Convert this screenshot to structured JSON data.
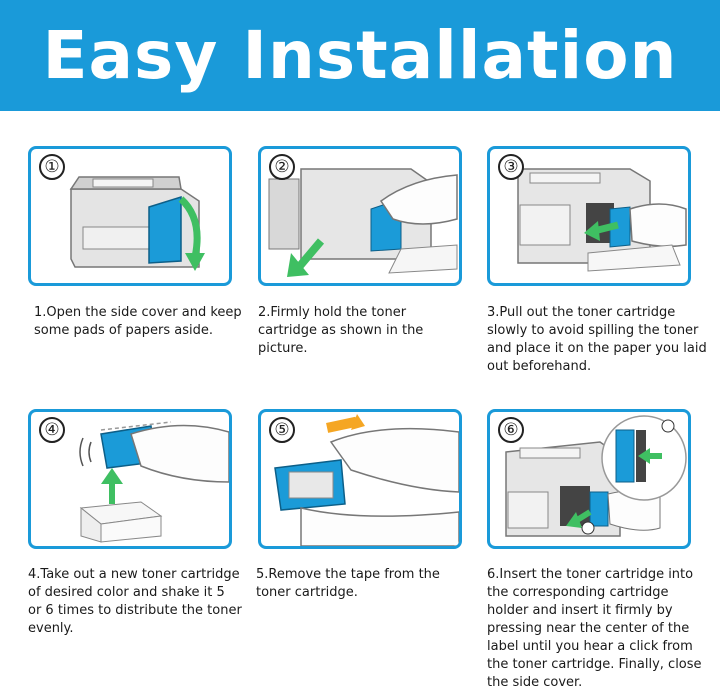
{
  "title": "Easy Installation",
  "colors": {
    "accent": "#1a9ad9",
    "toner_blue": "#1b9bd8",
    "arrow_green": "#3fbf62",
    "arrow_orange": "#f5a623"
  },
  "steps": [
    {
      "number": "①",
      "caption": "1.Open the side cover and keep some pads of papers aside.",
      "icon": "printer-open-cover-icon"
    },
    {
      "number": "②",
      "caption": "2.Firmly hold the toner cartridge as shown in the picture.",
      "icon": "hand-holding-cartridge-icon"
    },
    {
      "number": "③",
      "caption": "3.Pull out the toner cartridge slowly to avoid spilling the toner and place it on the paper you laid out beforehand.",
      "icon": "pull-cartridge-icon"
    },
    {
      "number": "④",
      "caption": "4.Take out a new toner cartridge of desired color and shake it 5 or 6 times to distribute the toner evenly.",
      "icon": "shake-cartridge-icon"
    },
    {
      "number": "⑤",
      "caption": "5.Remove the tape from the toner cartridge.",
      "icon": "remove-tape-icon"
    },
    {
      "number": "⑥",
      "caption": "6.Insert the toner cartridge into the corresponding cartridge holder and insert it firmly by pressing near the center of the label until you hear a click from the toner cartridge. Finally, close the side cover.",
      "icon": "insert-cartridge-icon"
    }
  ]
}
